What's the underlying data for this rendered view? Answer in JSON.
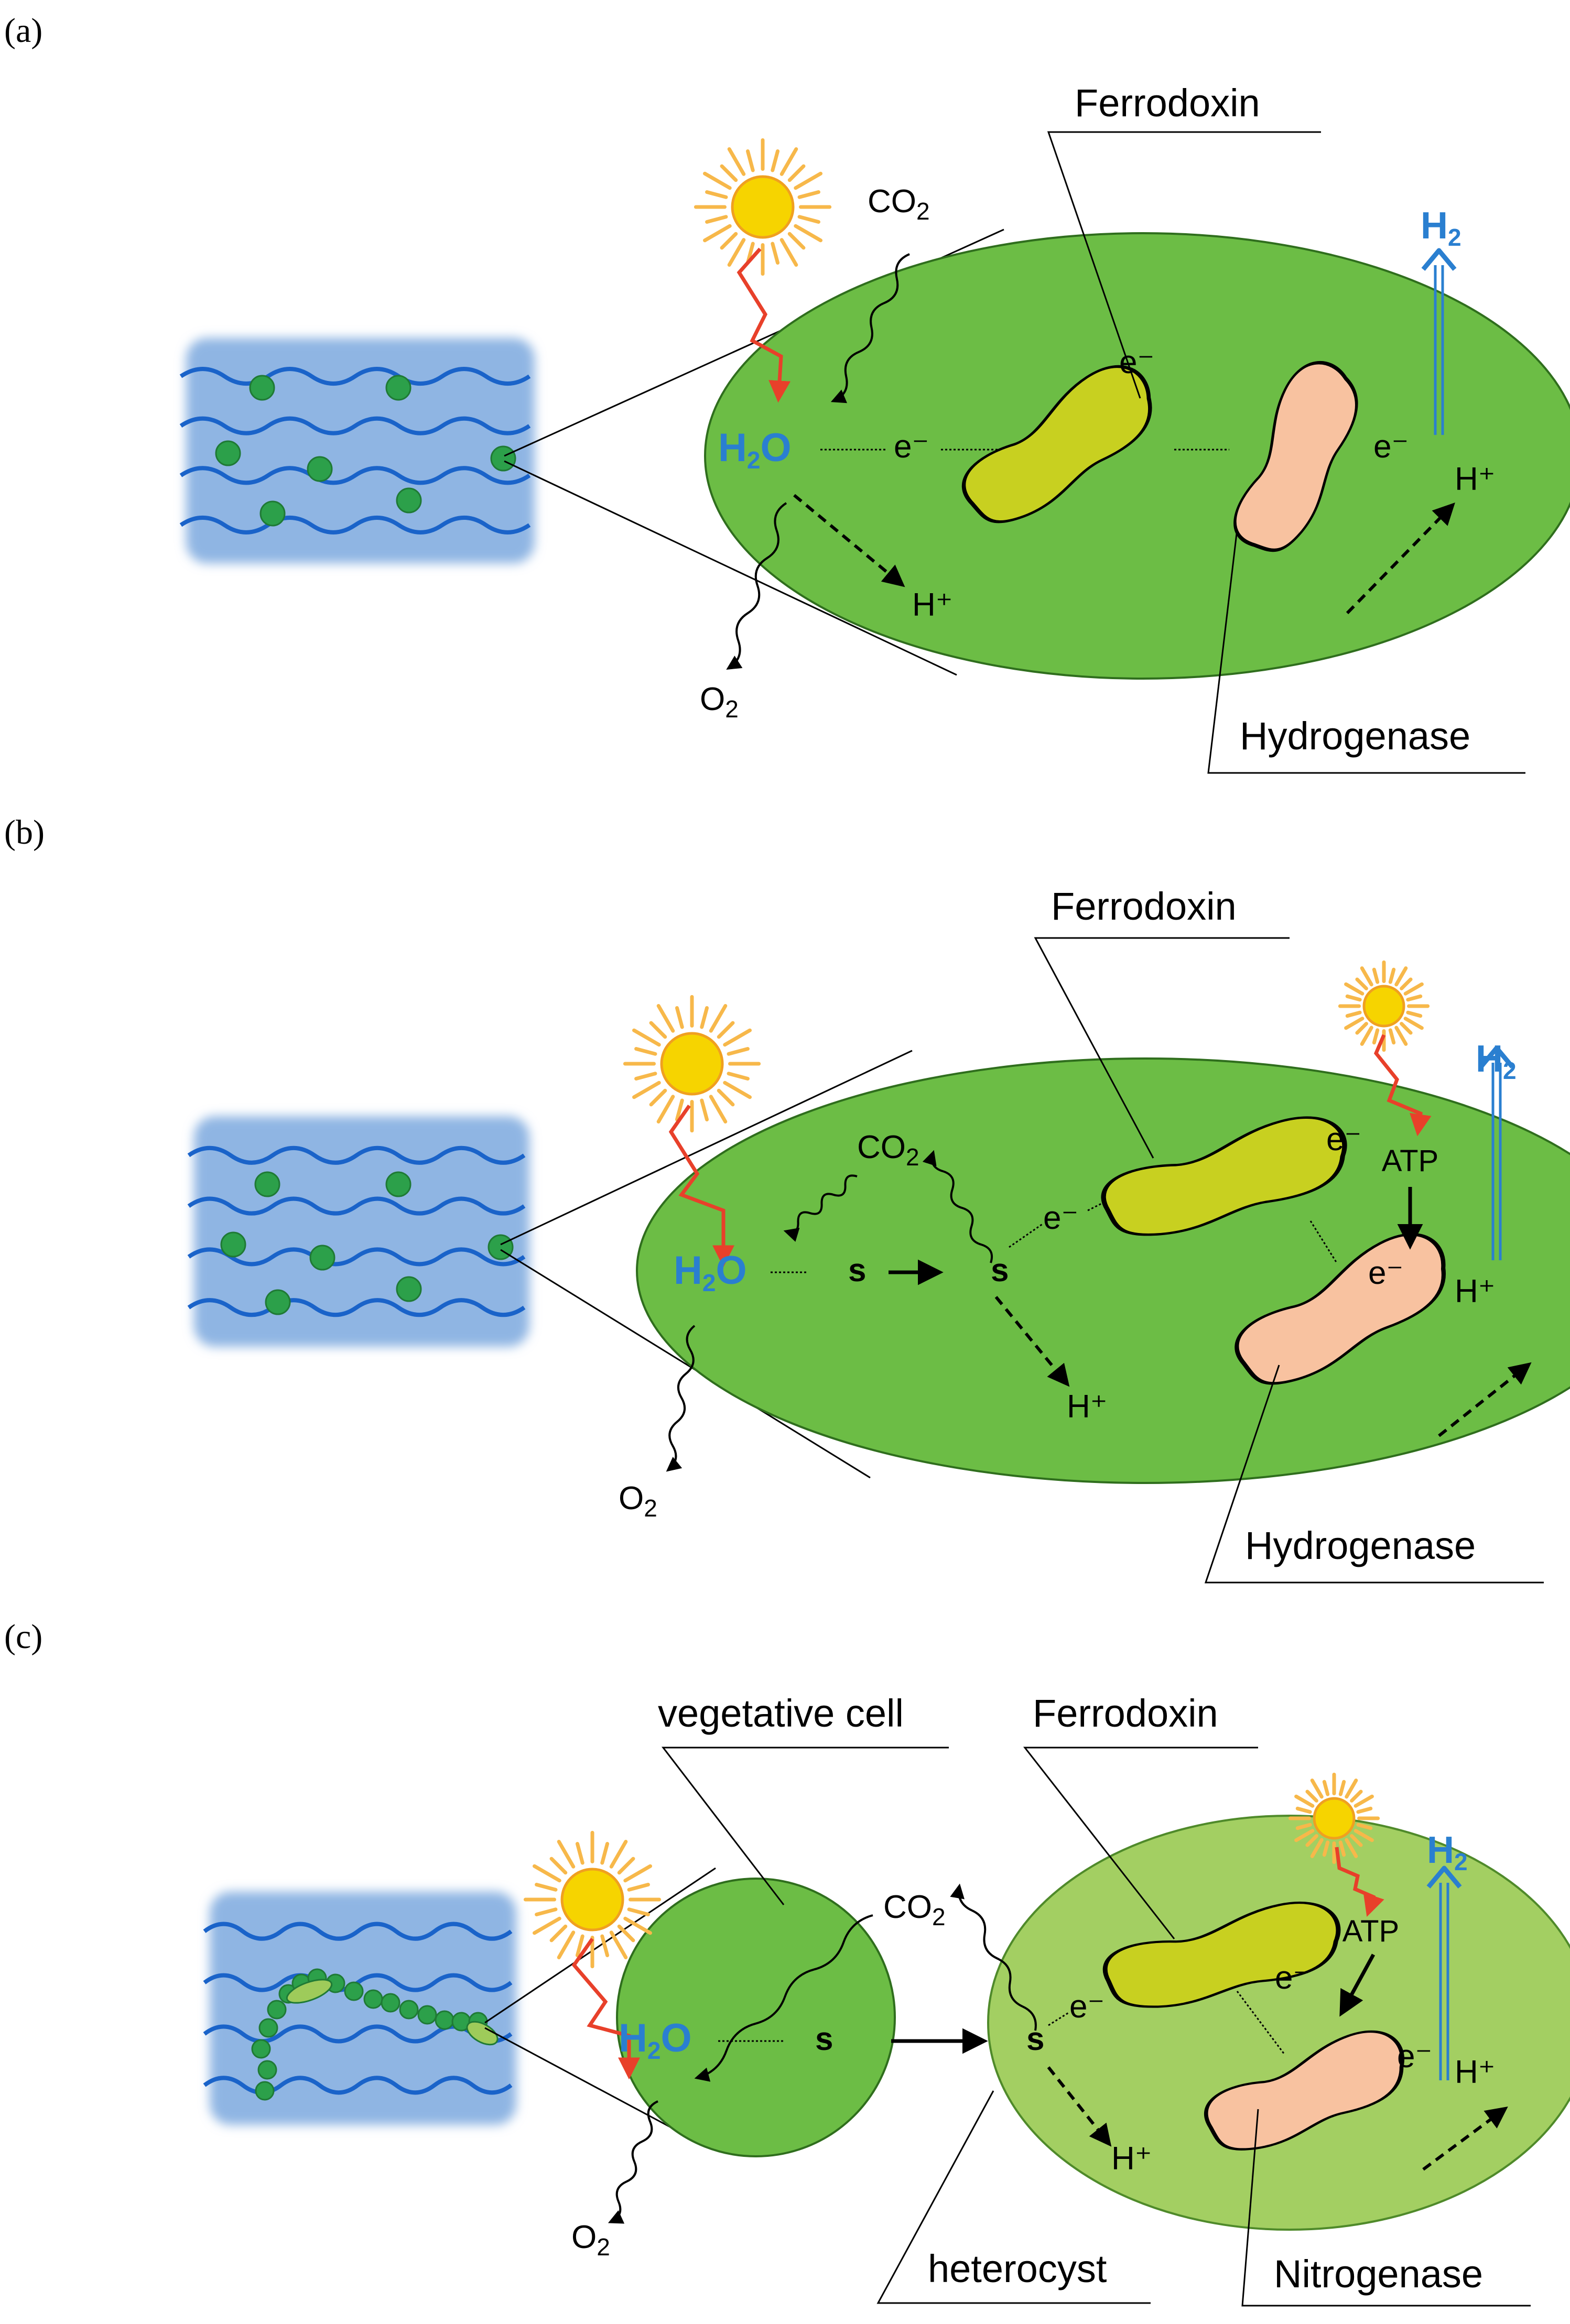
{
  "panels": [
    {
      "id": "a",
      "label": "(a)",
      "ferrodoxin": "Ferrodoxin",
      "enzyme": "Hydrogenase",
      "co2": "CO",
      "o2": "O",
      "h2o_main": "H",
      "h2o_tail": "O",
      "h2": "H",
      "sub2": "2",
      "electron": "e⁻",
      "proton": "H⁺"
    },
    {
      "id": "b",
      "label": "(b)",
      "ferrodoxin": "Ferrodoxin",
      "enzyme": "Hydrogenase",
      "co2": "CO",
      "o2": "O",
      "h2o_main": "H",
      "h2o_tail": "O",
      "h2": "H",
      "sub2": "2",
      "electron": "e⁻",
      "proton": "H⁺",
      "atp": "ATP",
      "substrate": "s"
    },
    {
      "id": "c",
      "label": "(c)",
      "ferrodoxin": "Ferrodoxin",
      "enzyme": "Nitrogenase",
      "vegetative": "vegetative cell",
      "heterocyst": "heterocyst",
      "co2": "CO",
      "o2": "O",
      "h2o_main": "H",
      "h2o_tail": "O",
      "h2": "H",
      "sub2": "2",
      "electron": "e⁻",
      "proton": "H⁺",
      "atp": "ATP",
      "substrate": "s"
    }
  ],
  "colors": {
    "water_bg": "#8fb5e3",
    "wave": "#1a63c9",
    "cell_dark": "#6cbd45",
    "cell_light": "#a3cf62",
    "ferrodoxin": "#c8d020",
    "enzyme": "#f8c2a0",
    "sun": "#f6d400",
    "sun_rays": "#f7b84a",
    "light_arrow": "#e8402a",
    "h2_arrow": "#2a7fd0",
    "dot": "#2ca04a"
  }
}
